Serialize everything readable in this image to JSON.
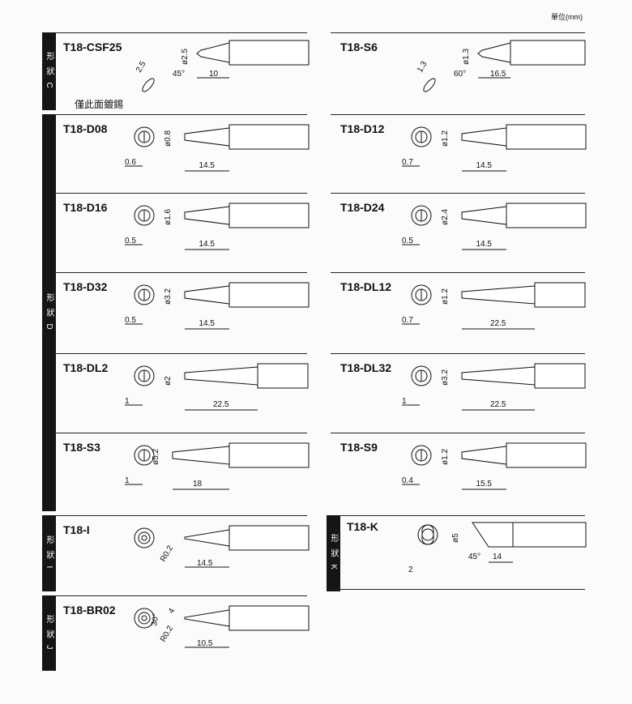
{
  "unit_label": "單位(mm)",
  "note": "僅此面鍍錫",
  "groups": [
    {
      "label": "形 狀 C"
    },
    {
      "label": "形 狀 D"
    },
    {
      "label": "形 狀 I"
    },
    {
      "label": "形 狀 J"
    },
    {
      "label": "形 狀 K"
    }
  ],
  "tips": [
    {
      "name": "T18-CSF25",
      "dims": {
        "dia": "ø2.5",
        "len": "10",
        "ang": "45°",
        "size": "2.5"
      }
    },
    {
      "name": "T18-S6",
      "dims": {
        "dia": "ø1.3",
        "len": "16.5",
        "ang": "60°",
        "size": "1.3"
      }
    },
    {
      "name": "T18-D08",
      "dims": {
        "dia": "ø0.8",
        "len": "14.5",
        "w": "0.6"
      }
    },
    {
      "name": "T18-D12",
      "dims": {
        "dia": "ø1.2",
        "len": "14.5",
        "w": "0.7"
      }
    },
    {
      "name": "T18-D16",
      "dims": {
        "dia": "ø1.6",
        "len": "14.5",
        "w": "0.5"
      }
    },
    {
      "name": "T18-D24",
      "dims": {
        "dia": "ø2.4",
        "len": "14.5",
        "w": "0.5"
      }
    },
    {
      "name": "T18-D32",
      "dims": {
        "dia": "ø3.2",
        "len": "14.5",
        "w": "0.5"
      }
    },
    {
      "name": "T18-DL12",
      "dims": {
        "dia": "ø1.2",
        "len": "22.5",
        "w": "0.7"
      }
    },
    {
      "name": "T18-DL2",
      "dims": {
        "dia": "ø2",
        "len": "22.5",
        "w": "1"
      }
    },
    {
      "name": "T18-DL32",
      "dims": {
        "dia": "ø3.2",
        "len": "22.5",
        "w": "1"
      }
    },
    {
      "name": "T18-S3",
      "dims": {
        "dia": "ø5.2",
        "len": "18",
        "w": "1"
      }
    },
    {
      "name": "T18-S9",
      "dims": {
        "dia": "ø1.2",
        "len": "15.5",
        "w": "0.4"
      }
    },
    {
      "name": "T18-I",
      "dims": {
        "r": "R0.2",
        "len": "14.5"
      }
    },
    {
      "name": "T18-K",
      "dims": {
        "dia": "ø5",
        "len": "14",
        "ang": "45°",
        "w": "2"
      }
    },
    {
      "name": "T18-BR02",
      "dims": {
        "r": "R0.2",
        "len": "10.5",
        "ang": "30°",
        "size": "4"
      }
    }
  ]
}
